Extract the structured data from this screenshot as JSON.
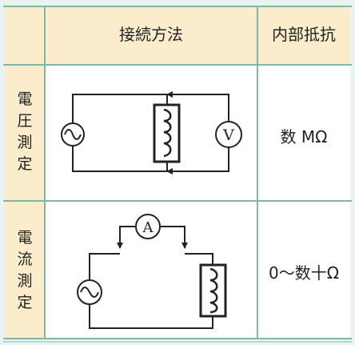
{
  "table": {
    "header": {
      "method": "接続方法",
      "resistance": "内部抵抗"
    },
    "rows": [
      {
        "label_chars": [
          "電",
          "圧",
          "測",
          "定"
        ],
        "meter_symbol": "V",
        "meter_icon": "voltmeter-icon",
        "source_icon": "ac-source-icon",
        "coil_icon": "coil-icon",
        "resistance": "数 MΩ"
      },
      {
        "label_chars": [
          "電",
          "流",
          "測",
          "定"
        ],
        "meter_symbol": "A",
        "meter_icon": "ammeter-icon",
        "source_icon": "ac-source-icon",
        "coil_icon": "coil-icon",
        "resistance": "0〜数十Ω"
      }
    ]
  },
  "colors": {
    "border": "#7fb8aa",
    "header_bg": "#fbeccb",
    "label_bg": "#fbeccb",
    "cell_bg": "#ffffff",
    "line": "#222222"
  }
}
